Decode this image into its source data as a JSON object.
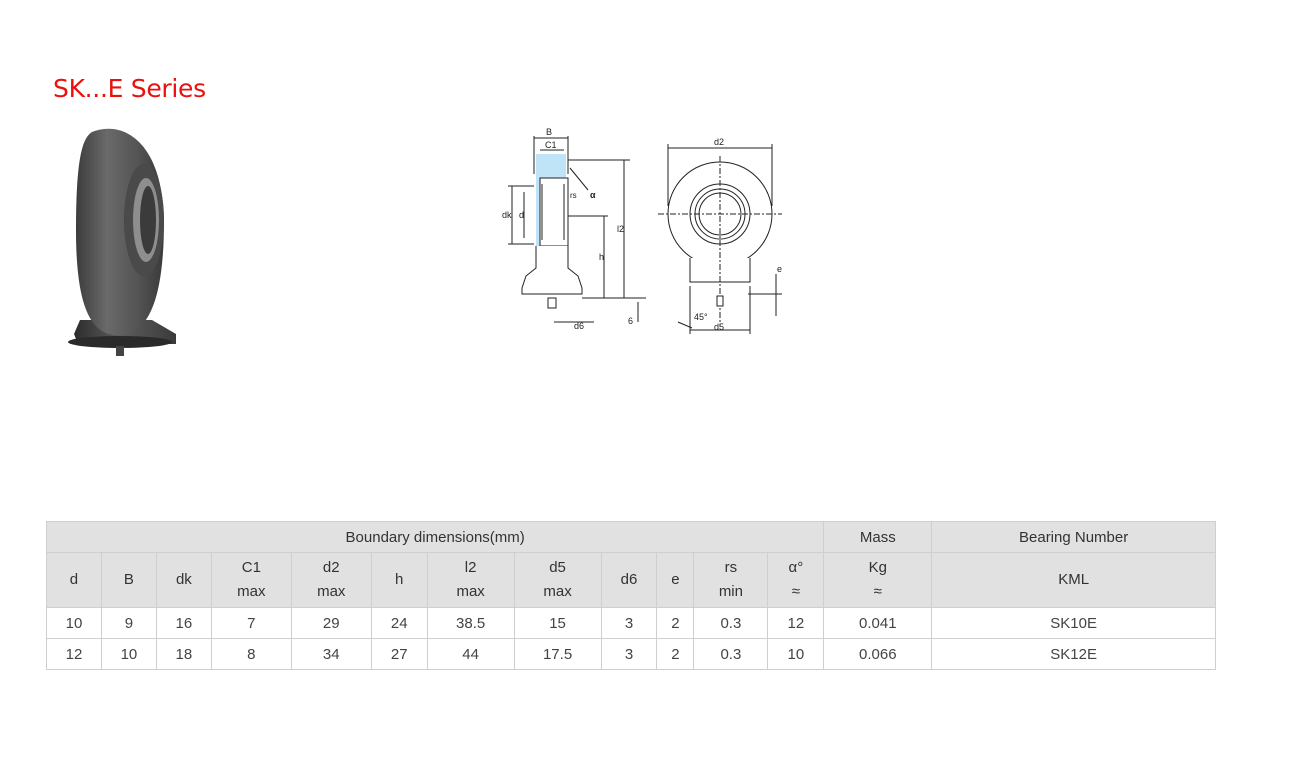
{
  "page_title": "SK...E Series",
  "diagram": {
    "labels": {
      "B": "B",
      "C1": "C1",
      "rs": "rs",
      "alpha": "α",
      "dk": "dk",
      "d": "d",
      "l2": "l2",
      "h": "h",
      "d6": "d6",
      "six": "6",
      "d2": "d2",
      "e": "e",
      "angle": "45°",
      "d5": "d5"
    }
  },
  "table": {
    "group_headers": [
      "Boundary dimensions(mm)",
      "Mass",
      "Bearing Number"
    ],
    "columns": [
      {
        "name": "d",
        "sub": ""
      },
      {
        "name": "B",
        "sub": ""
      },
      {
        "name": "dk",
        "sub": ""
      },
      {
        "name": "C1",
        "sub": "max"
      },
      {
        "name": "d2",
        "sub": "max"
      },
      {
        "name": "h",
        "sub": ""
      },
      {
        "name": "l2",
        "sub": "max"
      },
      {
        "name": "d5",
        "sub": "max"
      },
      {
        "name": "d6",
        "sub": ""
      },
      {
        "name": "e",
        "sub": ""
      },
      {
        "name": "rs",
        "sub": "min"
      },
      {
        "name": "α°",
        "sub": "≈"
      },
      {
        "name": "Kg",
        "sub": "≈"
      },
      {
        "name": "KML",
        "sub": ""
      }
    ],
    "rows": [
      [
        "10",
        "9",
        "16",
        "7",
        "29",
        "24",
        "38.5",
        "15",
        "3",
        "2",
        "0.3",
        "12",
        "0.041",
        "SK10E"
      ],
      [
        "12",
        "10",
        "18",
        "8",
        "34",
        "27",
        "44",
        "17.5",
        "3",
        "2",
        "0.3",
        "10",
        "0.066",
        "SK12E"
      ]
    ]
  }
}
